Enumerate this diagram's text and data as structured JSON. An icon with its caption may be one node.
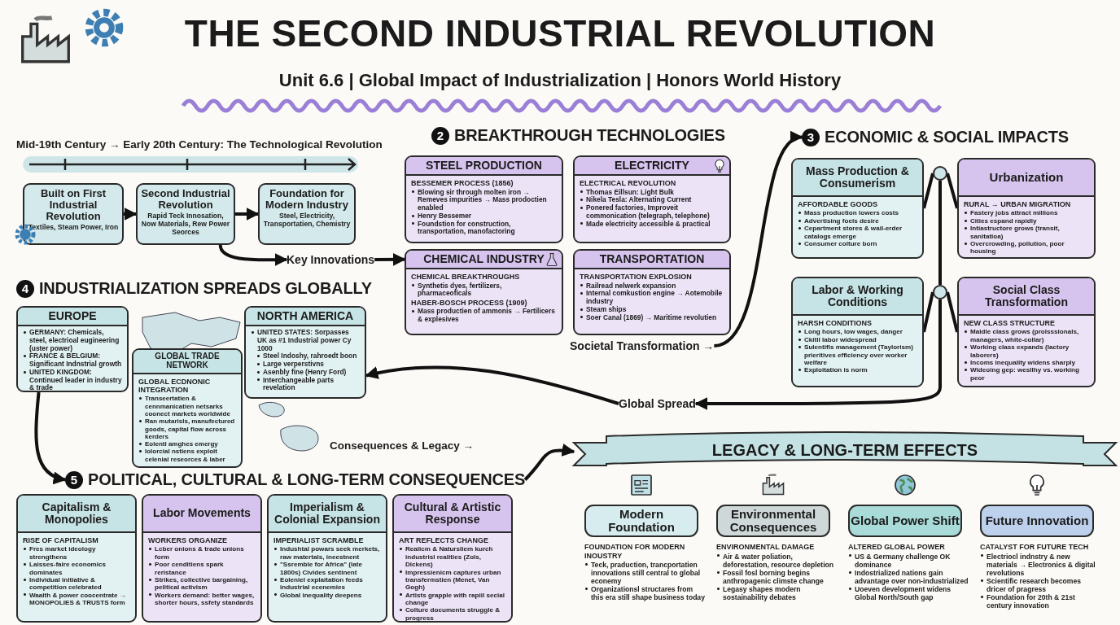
{
  "diagram": {
    "title": "THE SECOND INDUSTRIAL REVOLUTION",
    "nodes": [
      {
        "text": [
          "Built on First Industrial Revolution",
          "Textiles, Steam Power, Iron"
        ]
      },
      {
        "text": [
          "Second Industrial Revolution",
          "Rapid Teck Innosation, Now Materials, Rew Power Seorces"
        ]
      },
      {
        "text": [
          "Foundation for Modern Industry",
          "Steel, Electricity, Transportatien, Chemistry"
        ]
      },
      {
        "text": [
          "Key Innovations"
        ]
      },
      {
        "text": [
          "2",
          "BREAKTHROUGH TECHNOLOGIES"
        ]
      },
      {
        "text": [
          "STEEL PRODUCTION",
          "BESSEMER PROCESS (1856)",
          "Blowing sir through molten iron → Remeves impurities → Mass prodoctien enabled",
          "Henry Bessemer",
          "Foundstion for construction, transportation, manofactoring"
        ]
      },
      {
        "text": [
          "ELECTRICITY",
          "ELECTRICAL REVOLUTION",
          "Thomas Eillsun: Light Bulk",
          "Nikela Tesla: Alternating Current",
          "Ponered factories, Improveit commonication (telegraph, telephone)",
          "Made electricity accessible & practical"
        ]
      },
      {
        "text": [
          "CHEMICAL INDUSTRY",
          "CHEMICAL BREAKTHROUGHS",
          "Synthetis dyes, fertilizers, pharmaceoficals",
          "HABER-BOSCH PROCESS (1909)",
          "Mass productien of ammonis → Fertilicers & explesives"
        ]
      },
      {
        "text": [
          "TRANSPORTATION",
          "TRANSPORTATION EXPLOSION",
          "Railread nelwerk expansion",
          "Internal comkustion engine → Aotemobile industry",
          "Steam ships",
          "Soer Canal (1869) → Maritime revolutien"
        ]
      },
      {
        "text": [
          "Societal Transformation →"
        ]
      },
      {
        "text": [
          "3",
          "ECONOMIC & SOCIAL IMPACTS"
        ]
      },
      {
        "text": [
          "Mass Production & Consumerism",
          "AFFORDABLE GOODS",
          "Mass production lowers costs",
          "Advertising foels desire",
          "Cepartment stores & wail-erder catalogs emerge",
          "Consumer colture born"
        ]
      },
      {
        "text": [
          "Urbanization",
          "RURAL → URBAN MIGRATION",
          "Fastery jobs attract millions",
          "Cities espand rapidly",
          "Intiastructore grows (transit, sanitatioa)",
          "Overcrowding, pollution, poor housing"
        ]
      },
      {
        "text": [
          "Labor & Working Conditions",
          "HARSH CONDITIONS",
          "Long hours, low wages, danger",
          "Ckitll labor widespread",
          "Sulentifis management (Taylorism) prieritives efficiency over worker welfare",
          "Exploitation is norm"
        ]
      },
      {
        "text": [
          "Social Class Transformation",
          "NEW CLASS STRUCTURE",
          "Maldle class grows (prolsssionals, managers, white-collar)",
          "Working class expands (lactory laborers)",
          "Incoms inequality widens sharply",
          "Wideoing gep: wesllhy vs. working peor"
        ]
      },
      {
        "text": [],
        "shape": "circle"
      },
      {
        "text": [],
        "shape": "circle"
      },
      {
        "text": [
          "Global Spread"
        ]
      },
      {
        "text": [
          "4",
          "INDUSTRIALIZATION SPREADS GLOBALLY"
        ]
      },
      {
        "text": [
          "EUROPE",
          "GERMANY: Chemicals, steel, electrioal eugineering (uster power)",
          "FRANCE & BELGIUM: Significant Indnstrial growth",
          "UNITED KINGDOM: Continued leader in industry & trade"
        ]
      },
      {
        "text": [
          "NORTH AMERICA",
          "UNITED STATES: Sorpasses UK as #1 Industrial power Cy 1000",
          "Steel Indoshy, rahroedt boon",
          "Large verperstivns",
          "Asenbly fine (Henry Ford)",
          "Interchangeable parts revelation"
        ]
      },
      {
        "text": [
          "GLOBAL TRADE NETWORK",
          "GLOBAL ECDNONIC INTEGRATION",
          "Transeertatien & cennmanicatien netsarks coonect markets worldwide",
          "Ran mutarisls, manufectured goods, capital flow across kerders",
          "Eolentl amghes emergy",
          "Iolorcial nstiens exploit celenial reseorces & laber"
        ]
      },
      {
        "text": [
          "5",
          "POLITICAL, CULTURAL & LONG-TERM CONSEQUENCES"
        ]
      },
      {
        "text": [
          "Capitalism & Monopolies",
          "RISE OF CAPITALISM",
          "Fres market ideology strengthens",
          "Laisses-faire economics dominates",
          "Individual initiative & competition celebrated",
          "Waalth & power coocentrate → MONOPOLIES & TRUSTS form"
        ]
      },
      {
        "text": [
          "Labor Movements",
          "WORKERS ORGANIZE",
          "Lcber onions & trade unions form",
          "Poor cenditiens spark reristance",
          "Strikes, collective bargaining, pelitical activism",
          "Workers demand: better wages, shorter hours, ssfety standards"
        ]
      },
      {
        "text": [
          "Imperialism & Colonial Expansion",
          "IMPERIALIST SCRAMBLE",
          "Indushtal powars seek merkets, raw matertals, ineestnent",
          "\"Ssremble for Africa\" (late 1800s) Civides sentinent",
          "Eoleniel explaitation feeds industrial ecenemies",
          "Global inequality deepens"
        ]
      },
      {
        "text": [
          "Cultural & Artistic Response",
          "ART REFLECTS CHANGE",
          "Realicm & Natursliem kurch industrisl realities (Zols, Dickens)",
          "Impressienicm captures urban transfermstien (Menet, Van Gogh)",
          "Artists grapple with rapiil secial change",
          "Colture documents struggle & progress"
        ]
      },
      {
        "text": [
          "LEGACY & LONG-TERM EFFECTS"
        ]
      },
      {
        "text": [
          "Modern Foundation"
        ],
        "beside": [
          "FOUNDATION FOR MODERN INOUSTRY",
          "Teck, praduction, trancportatien innovations still central to global econemy",
          "Organizationsl structares from this era still shape business today"
        ]
      },
      {
        "text": [
          "Environmental Consequences"
        ],
        "beside": [
          "ENVIRONMENTAL DAMAGE",
          "Air & water poliation, deforestation, resource depletion",
          "Fossil fosl borning begins anthropagenic climste change",
          "Legasy shapes modern sostainability debates"
        ]
      },
      {
        "text": [
          "Global Power Shift"
        ],
        "beside": [
          "ALTERED GLOBAL POWER",
          "US & Germany challenge OK dominance",
          "Indostrialized nations gain advantage over non-industrialized",
          "Uoeven development widens Global North/South gap"
        ]
      },
      {
        "text": [
          "Future Innovation"
        ],
        "beside": [
          "CATALYST FOR FUTURE TECH",
          "Electriocl indnstry & new materials → Electronics & digital revolutions",
          "Scientific research becomes dricer of pragress",
          "Foundation for 20th & 21st century innovation"
        ]
      }
    ],
    "edges": [
      {
        "from": 0,
        "to": 1,
        "arrow": "to"
      },
      {
        "from": 1,
        "to": 2,
        "arrow": "to"
      },
      {
        "from": 1,
        "to": 3,
        "arrow": "to"
      },
      {
        "from": 3,
        "to": 7,
        "arrow": "to"
      },
      {
        "from": 9,
        "to": 10,
        "arrow": "to"
      },
      {
        "from": 11,
        "to": 15,
        "arrow": "none"
      },
      {
        "from": 15,
        "to": 12,
        "arrow": "none"
      },
      {
        "from": 13,
        "to": 16,
        "arrow": "none"
      },
      {
        "from": 16,
        "to": 14,
        "arrow": "none"
      },
      {
        "from": 15,
        "to": 16,
        "arrow": "none"
      },
      {
        "from": 16,
        "to": 17,
        "arrow": "to"
      },
      {
        "from": 17,
        "to": 20,
        "arrow": "to"
      },
      {
        "from": 19,
        "to": 22,
        "arrow": "to"
      },
      {
        "from": 22,
        "to": 27,
        "arrow": "to"
      }
    ],
    "labels": [
      "Unit 6.6 | Global Impact of Industrialization | Honors World History",
      "Mid-19th Century → Early 20th Century: The Technological Revolution",
      "Consequences & Legacy →"
    ]
  }
}
